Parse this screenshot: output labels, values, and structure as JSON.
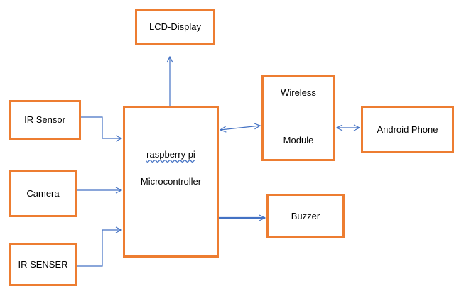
{
  "blocks": {
    "lcd": "LCD-Display",
    "ir_sensor": "IR Sensor",
    "camera": "Camera",
    "ir_senser": "IR SENSER",
    "raspberry": {
      "line1": "raspberry pi",
      "line2": "Microcontroller"
    },
    "wireless": {
      "line1": "Wireless",
      "line2": "Module"
    },
    "android": "Android Phone",
    "buzzer": "Buzzer"
  },
  "colors": {
    "block_border": "#ed7d31",
    "connector": "#4472c4",
    "text": "#000000",
    "background": "#ffffff"
  }
}
